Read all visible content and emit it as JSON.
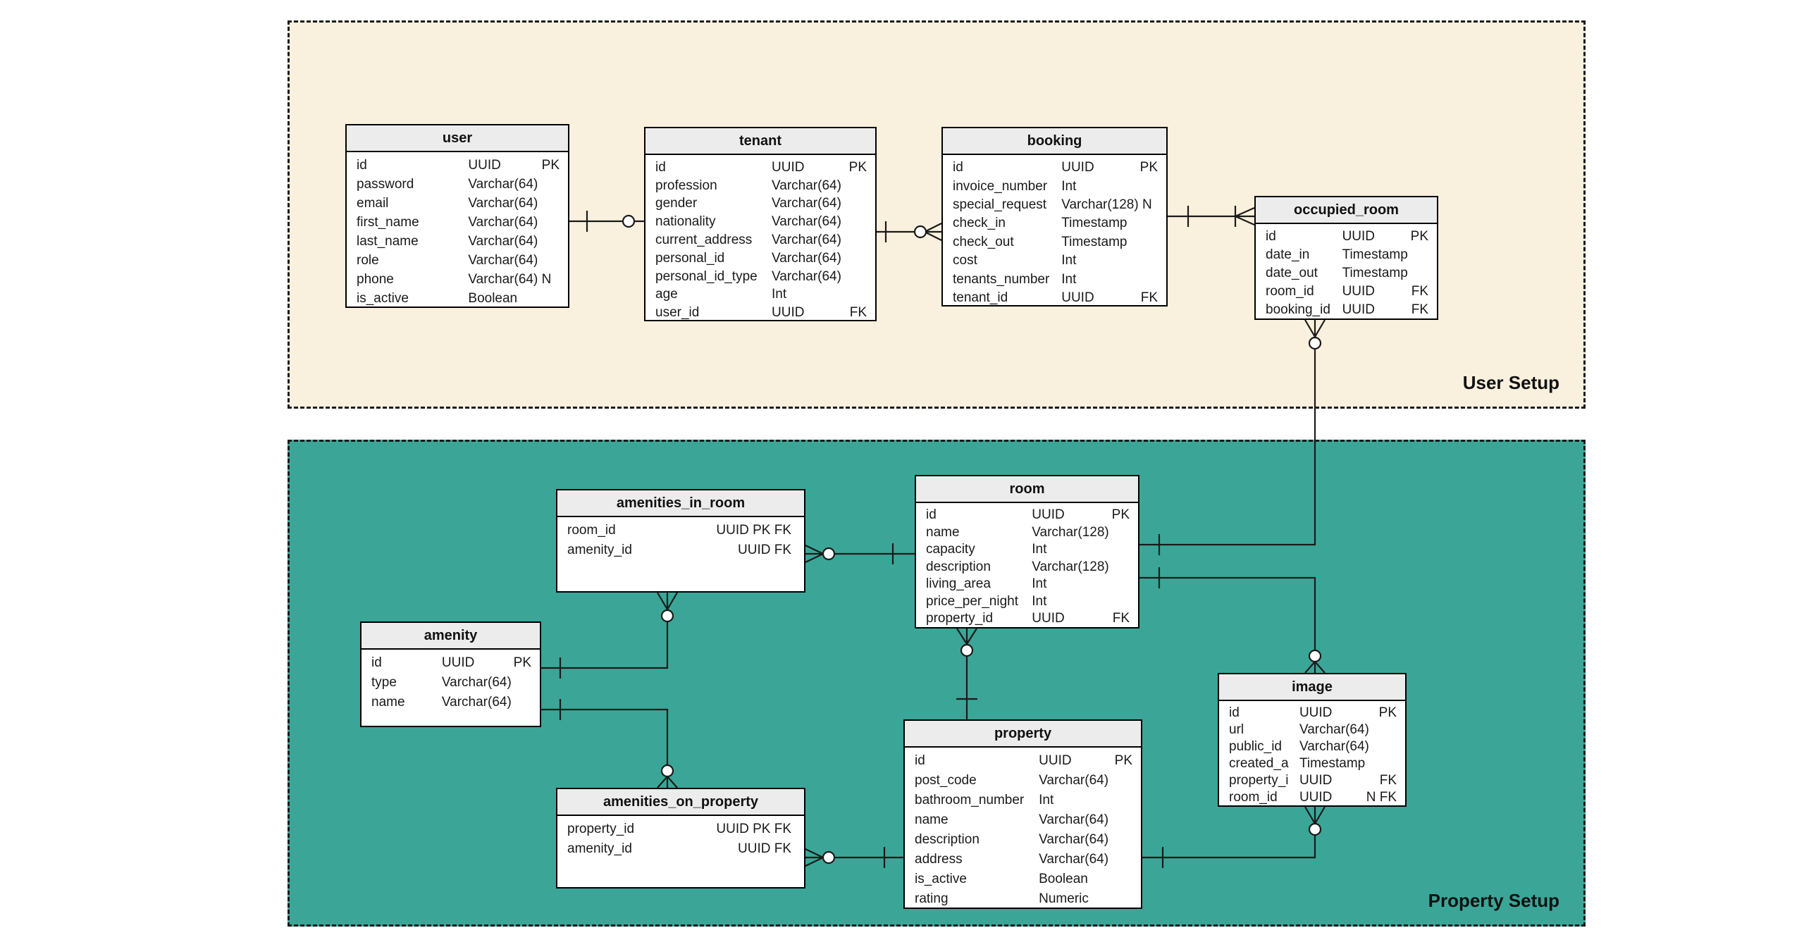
{
  "colors": {
    "user_setup_bg": "#f9f0dd",
    "property_setup_bg": "#3ba697",
    "table_header_bg": "#ececec",
    "table_border": "#000000",
    "connector_line": "#1a1a1a"
  },
  "diagram": {
    "sections": [
      {
        "id": "user-setup",
        "label": "User Setup"
      },
      {
        "id": "property-setup",
        "label": "Property Setup"
      }
    ],
    "tables": [
      {
        "name": "user",
        "columns": [
          {
            "name": "id",
            "type": "UUID",
            "flag": "PK"
          },
          {
            "name": "password",
            "type": "Varchar(64)",
            "flag": ""
          },
          {
            "name": "email",
            "type": "Varchar(64)",
            "flag": ""
          },
          {
            "name": "first_name",
            "type": "Varchar(64)",
            "flag": ""
          },
          {
            "name": "last_name",
            "type": "Varchar(64)",
            "flag": ""
          },
          {
            "name": "role",
            "type": "Varchar(64)",
            "flag": ""
          },
          {
            "name": "phone",
            "type": "Varchar(64) N",
            "flag": ""
          },
          {
            "name": "is_active",
            "type": "Boolean",
            "flag": ""
          }
        ]
      },
      {
        "name": "tenant",
        "columns": [
          {
            "name": "id",
            "type": "UUID",
            "flag": "PK"
          },
          {
            "name": "profession",
            "type": "Varchar(64)",
            "flag": ""
          },
          {
            "name": "gender",
            "type": "Varchar(64)",
            "flag": ""
          },
          {
            "name": "nationality",
            "type": "Varchar(64)",
            "flag": ""
          },
          {
            "name": "current_address",
            "type": "Varchar(64)",
            "flag": ""
          },
          {
            "name": "personal_id",
            "type": "Varchar(64)",
            "flag": ""
          },
          {
            "name": "personal_id_type",
            "type": "Varchar(64)",
            "flag": ""
          },
          {
            "name": "age",
            "type": "Int",
            "flag": ""
          },
          {
            "name": "user_id",
            "type": "UUID",
            "flag": "FK"
          }
        ]
      },
      {
        "name": "booking",
        "columns": [
          {
            "name": "id",
            "type": "UUID",
            "flag": "PK"
          },
          {
            "name": "invoice_number",
            "type": "Int",
            "flag": ""
          },
          {
            "name": "special_request",
            "type": "Varchar(128) N",
            "flag": ""
          },
          {
            "name": "check_in",
            "type": "Timestamp",
            "flag": ""
          },
          {
            "name": "check_out",
            "type": "Timestamp",
            "flag": ""
          },
          {
            "name": "cost",
            "type": "Int",
            "flag": ""
          },
          {
            "name": "tenants_number",
            "type": "Int",
            "flag": ""
          },
          {
            "name": "tenant_id",
            "type": "UUID",
            "flag": "FK"
          }
        ]
      },
      {
        "name": "occupied_room",
        "columns": [
          {
            "name": "id",
            "type": "UUID",
            "flag": "PK"
          },
          {
            "name": "date_in",
            "type": "Timestamp",
            "flag": ""
          },
          {
            "name": "date_out",
            "type": "Timestamp",
            "flag": ""
          },
          {
            "name": "room_id",
            "type": "UUID",
            "flag": "FK"
          },
          {
            "name": "booking_id",
            "type": "UUID",
            "flag": "FK"
          }
        ]
      },
      {
        "name": "amenities_in_room",
        "columns": [
          {
            "name": "room_id",
            "type": "UUID PK FK",
            "flag": ""
          },
          {
            "name": "amenity_id",
            "type": "UUID FK",
            "flag": ""
          }
        ]
      },
      {
        "name": "room",
        "columns": [
          {
            "name": "id",
            "type": "UUID",
            "flag": "PK"
          },
          {
            "name": "name",
            "type": "Varchar(128)",
            "flag": ""
          },
          {
            "name": "capacity",
            "type": "Int",
            "flag": ""
          },
          {
            "name": "description",
            "type": "Varchar(128)",
            "flag": ""
          },
          {
            "name": "living_area",
            "type": "Int",
            "flag": ""
          },
          {
            "name": "price_per_night",
            "type": "Int",
            "flag": ""
          },
          {
            "name": "property_id",
            "type": "UUID",
            "flag": "FK"
          }
        ]
      },
      {
        "name": "amenity",
        "columns": [
          {
            "name": "id",
            "type": "UUID",
            "flag": "PK"
          },
          {
            "name": "type",
            "type": "Varchar(64)",
            "flag": ""
          },
          {
            "name": "name",
            "type": "Varchar(64)",
            "flag": ""
          }
        ]
      },
      {
        "name": "image",
        "columns": [
          {
            "name": "id",
            "type": "UUID",
            "flag": "PK"
          },
          {
            "name": "url",
            "type": "Varchar(64)",
            "flag": ""
          },
          {
            "name": "public_id",
            "type": "Varchar(64)",
            "flag": ""
          },
          {
            "name": "created_a",
            "type": "Timestamp",
            "flag": ""
          },
          {
            "name": "property_i",
            "type": "UUID",
            "flag": "FK"
          },
          {
            "name": "room_id",
            "type": "UUID",
            "flag": "N FK"
          }
        ]
      },
      {
        "name": "amenities_on_property",
        "columns": [
          {
            "name": "property_id",
            "type": "UUID PK FK",
            "flag": ""
          },
          {
            "name": "amenity_id",
            "type": "UUID FK",
            "flag": ""
          }
        ]
      },
      {
        "name": "property",
        "columns": [
          {
            "name": "id",
            "type": "UUID",
            "flag": "PK"
          },
          {
            "name": "post_code",
            "type": "Varchar(64)",
            "flag": ""
          },
          {
            "name": "bathroom_number",
            "type": "Int",
            "flag": ""
          },
          {
            "name": "name",
            "type": "Varchar(64)",
            "flag": ""
          },
          {
            "name": "description",
            "type": "Varchar(64)",
            "flag": ""
          },
          {
            "name": "address",
            "type": "Varchar(64)",
            "flag": ""
          },
          {
            "name": "is_active",
            "type": "Boolean",
            "flag": ""
          },
          {
            "name": "rating",
            "type": "Numeric",
            "flag": ""
          }
        ]
      }
    ],
    "relationships": [
      {
        "from": "user",
        "to": "tenant",
        "from_cardinality": "one",
        "to_cardinality": "zero or one"
      },
      {
        "from": "tenant",
        "to": "booking",
        "from_cardinality": "one",
        "to_cardinality": "zero or many"
      },
      {
        "from": "booking",
        "to": "occupied_room",
        "from_cardinality": "one",
        "to_cardinality": "one or many"
      },
      {
        "from": "room",
        "to": "occupied_room",
        "from_cardinality": "one",
        "to_cardinality": "zero or many"
      },
      {
        "from": "room",
        "to": "image",
        "from_cardinality": "one",
        "to_cardinality": "zero or many"
      },
      {
        "from": "property",
        "to": "room",
        "from_cardinality": "one",
        "to_cardinality": "zero or many"
      },
      {
        "from": "amenity",
        "to": "amenities_in_room",
        "from_cardinality": "one",
        "to_cardinality": "zero or many"
      },
      {
        "from": "room",
        "to": "amenities_in_room",
        "from_cardinality": "one",
        "to_cardinality": "zero or many"
      },
      {
        "from": "amenity",
        "to": "amenities_on_property",
        "from_cardinality": "one",
        "to_cardinality": "zero or many"
      },
      {
        "from": "property",
        "to": "amenities_on_property",
        "from_cardinality": "one",
        "to_cardinality": "zero or many"
      },
      {
        "from": "property",
        "to": "image",
        "from_cardinality": "one",
        "to_cardinality": "zero or many"
      }
    ]
  }
}
